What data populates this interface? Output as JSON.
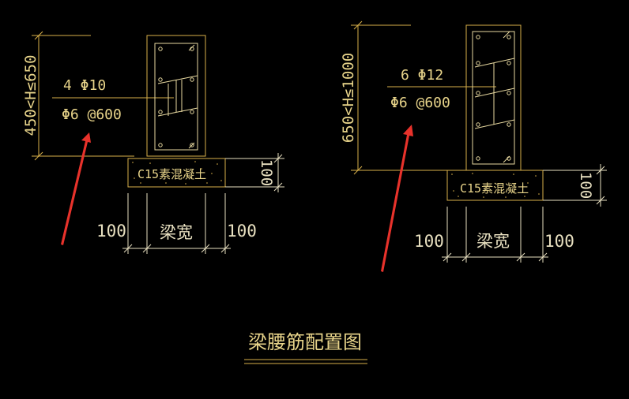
{
  "drawing": {
    "title": "梁腰筋配置图",
    "colors": {
      "background": "#000000",
      "outline": "#d9b04a",
      "text": "#e8d48a",
      "dimension": "#e8e0c0",
      "arrow": "#e8322b"
    },
    "left_detail": {
      "height_range": "450<H≤650",
      "waist_bars": "4 Φ10",
      "tie_bars": "Φ6 @600",
      "pad_label": "C15素混凝土",
      "pad_thickness": "100",
      "left_offset": "100",
      "beam_width": "梁宽",
      "right_offset": "100"
    },
    "right_detail": {
      "height_range": "650<H≤1000",
      "waist_bars": "6 Φ12",
      "tie_bars": "Φ6 @600",
      "pad_label": "C15素混凝土",
      "pad_thickness": "100",
      "left_offset": "100",
      "beam_width": "梁宽",
      "right_offset": "100"
    }
  }
}
